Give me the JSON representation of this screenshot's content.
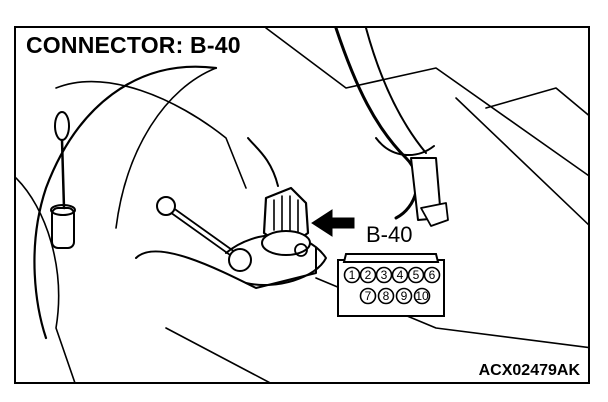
{
  "figure": {
    "title": "CONNECTOR: B-40",
    "callout_label": "B-40",
    "figure_code": "ACX02479AK"
  },
  "connector": {
    "top_row_pins": [
      "1",
      "2",
      "3",
      "4",
      "5",
      "6"
    ],
    "bottom_row_pins": [
      "7",
      "8",
      "9",
      "10"
    ]
  },
  "icons": {
    "pointer": "arrow-left-icon",
    "connector_face": "connector-face-icon"
  },
  "colors": {
    "ink": "#000000",
    "paper": "#ffffff"
  }
}
